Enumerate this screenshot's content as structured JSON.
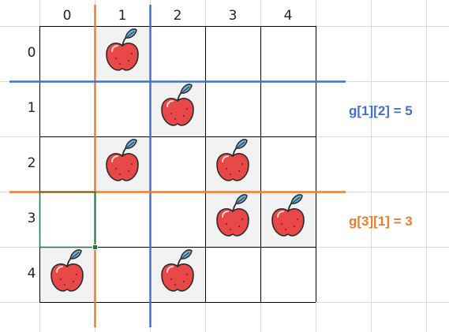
{
  "grid": {
    "column_headers": [
      "0",
      "1",
      "2",
      "3",
      "4"
    ],
    "row_headers": [
      "0",
      "1",
      "2",
      "3",
      "4"
    ],
    "apple_cells": [
      [
        0,
        1
      ],
      [
        1,
        2
      ],
      [
        2,
        1
      ],
      [
        2,
        3
      ],
      [
        3,
        3
      ],
      [
        3,
        4
      ],
      [
        4,
        0
      ],
      [
        4,
        2
      ]
    ],
    "selected_cell": [
      3,
      0
    ],
    "item_icon": "apple-icon"
  },
  "annotations": {
    "blue": {
      "label": "g[1][2] = 5",
      "color": "#4472c4"
    },
    "orange": {
      "label": "g[3][1] = 3",
      "color": "#ed7d31"
    }
  },
  "colors": {
    "selection": "#217346",
    "cell_shade": "#f2f2f2",
    "apple_red": "#e84848",
    "leaf_blue": "#6aaed6"
  }
}
